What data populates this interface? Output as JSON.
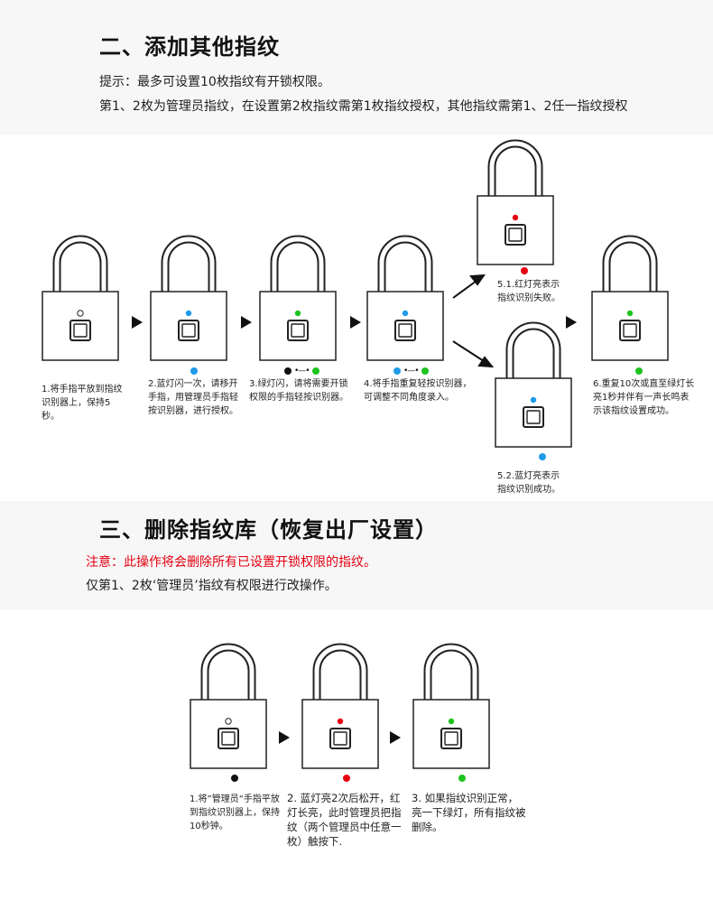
{
  "section2": {
    "title": "二、添加其他指纹",
    "tip": "提示：最多可设置10枚指纹有开锁权限。",
    "rule": "第1、2枚为管理员指纹，在设置第2枚指纹需第1枚指纹授权，其他指纹需第1、2任一指纹授权",
    "steps": {
      "s1": "1.将手指平放到指纹识别器上，保持5秒。",
      "s2": "2.蓝灯闪一次，请移开手指，用管理员手指轻按识别器，进行授权。",
      "s3": "3.绿灯闪，请将需要开锁权限的手指轻按识别器。",
      "s4": "4.将手指重复轻按识别器，可调整不同角度录入。",
      "s51": "5.1.红灯亮表示指纹识别失败。",
      "s52": "5.2.蓝灯亮表示指纹识别成功。",
      "s6": "6.重复10次或直至绿灯长亮1秒并伴有一声长鸣表示该指纹设置成功。"
    }
  },
  "section3": {
    "title": "三、删除指纹库（恢复出厂设置）",
    "warning": "注意：此操作将会删除所有已设置开锁权限的指纹。",
    "note": "仅第1、2枚‘管理员’指纹有权限进行改操作。",
    "steps": {
      "s1": "1.将”管理员“手指平放到指纹识别器上，保持10秒钟。",
      "s2": "2. 蓝灯亮2次后松开，红灯长亮，此时管理员把指纹（两个管理员中任意一枚）触按下.",
      "s3": "3. 如果指纹识别正常，亮一下绿灯，所有指纹被删除。"
    }
  },
  "colors": {
    "blue": "#1e9be8",
    "green": "#1ec31e",
    "red": "#e60012",
    "black": "#111111",
    "outline": "#222222"
  },
  "icons": {
    "lock": "padlock-icon",
    "sensor": "fingerprint-sensor-icon",
    "arrow": "arrow-right-icon"
  }
}
